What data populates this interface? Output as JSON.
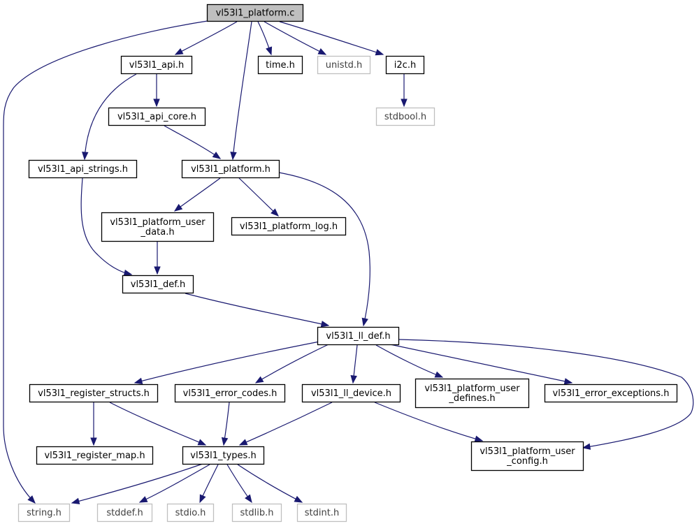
{
  "diagram": {
    "title": "",
    "colors": {
      "edge": "#191970",
      "root_fill": "#bfbfbf",
      "node_border": "#000000",
      "missing_border": "#bfbfbf",
      "missing_text": "#404040",
      "text": "#000000"
    },
    "nodes": [
      {
        "id": "root",
        "lines": [
          "vl53l1_platform.c"
        ],
        "kind": "root"
      },
      {
        "id": "api",
        "lines": [
          "vl53l1_api.h"
        ],
        "kind": "file"
      },
      {
        "id": "time",
        "lines": [
          "time.h"
        ],
        "kind": "file"
      },
      {
        "id": "unistd",
        "lines": [
          "unistd.h"
        ],
        "kind": "missing"
      },
      {
        "id": "i2c",
        "lines": [
          "i2c.h"
        ],
        "kind": "file"
      },
      {
        "id": "stdbool",
        "lines": [
          "stdbool.h"
        ],
        "kind": "missing"
      },
      {
        "id": "apicore",
        "lines": [
          "vl53l1_api_core.h"
        ],
        "kind": "file"
      },
      {
        "id": "apistrings",
        "lines": [
          "vl53l1_api_strings.h"
        ],
        "kind": "file"
      },
      {
        "id": "platform",
        "lines": [
          "vl53l1_platform.h"
        ],
        "kind": "file"
      },
      {
        "id": "puserdata",
        "lines": [
          "vl53l1_platform_user",
          "_data.h"
        ],
        "kind": "file"
      },
      {
        "id": "plog",
        "lines": [
          "vl53l1_platform_log.h"
        ],
        "kind": "file"
      },
      {
        "id": "def",
        "lines": [
          "vl53l1_def.h"
        ],
        "kind": "file"
      },
      {
        "id": "lldef",
        "lines": [
          "vl53l1_ll_def.h"
        ],
        "kind": "file"
      },
      {
        "id": "regstructs",
        "lines": [
          "vl53l1_register_structs.h"
        ],
        "kind": "file"
      },
      {
        "id": "errcodes",
        "lines": [
          "vl53l1_error_codes.h"
        ],
        "kind": "file"
      },
      {
        "id": "lldevice",
        "lines": [
          "vl53l1_ll_device.h"
        ],
        "kind": "file"
      },
      {
        "id": "puserdefines",
        "lines": [
          "vl53l1_platform_user",
          "_defines.h"
        ],
        "kind": "file"
      },
      {
        "id": "errexc",
        "lines": [
          "vl53l1_error_exceptions.h"
        ],
        "kind": "file"
      },
      {
        "id": "regmap",
        "lines": [
          "vl53l1_register_map.h"
        ],
        "kind": "file"
      },
      {
        "id": "types",
        "lines": [
          "vl53l1_types.h"
        ],
        "kind": "file"
      },
      {
        "id": "puserconfig",
        "lines": [
          "vl53l1_platform_user",
          "_config.h"
        ],
        "kind": "file"
      },
      {
        "id": "string",
        "lines": [
          "string.h"
        ],
        "kind": "missing"
      },
      {
        "id": "stddef",
        "lines": [
          "stddef.h"
        ],
        "kind": "missing"
      },
      {
        "id": "stdio",
        "lines": [
          "stdio.h"
        ],
        "kind": "missing"
      },
      {
        "id": "stdlib",
        "lines": [
          "stdlib.h"
        ],
        "kind": "missing"
      },
      {
        "id": "stdint",
        "lines": [
          "stdint.h"
        ],
        "kind": "missing"
      }
    ],
    "edges": [
      {
        "from": "root",
        "to": "api"
      },
      {
        "from": "root",
        "to": "time"
      },
      {
        "from": "root",
        "to": "unistd"
      },
      {
        "from": "root",
        "to": "i2c"
      },
      {
        "from": "root",
        "to": "platform"
      },
      {
        "from": "root",
        "to": "string"
      },
      {
        "from": "i2c",
        "to": "stdbool"
      },
      {
        "from": "api",
        "to": "apicore"
      },
      {
        "from": "api",
        "to": "apistrings"
      },
      {
        "from": "apicore",
        "to": "platform"
      },
      {
        "from": "apistrings",
        "to": "def"
      },
      {
        "from": "platform",
        "to": "puserdata"
      },
      {
        "from": "platform",
        "to": "plog"
      },
      {
        "from": "platform",
        "to": "lldef"
      },
      {
        "from": "puserdata",
        "to": "def"
      },
      {
        "from": "def",
        "to": "lldef"
      },
      {
        "from": "lldef",
        "to": "regstructs"
      },
      {
        "from": "lldef",
        "to": "errcodes"
      },
      {
        "from": "lldef",
        "to": "lldevice"
      },
      {
        "from": "lldef",
        "to": "puserdefines"
      },
      {
        "from": "lldef",
        "to": "errexc"
      },
      {
        "from": "lldef",
        "to": "puserconfig"
      },
      {
        "from": "regstructs",
        "to": "regmap"
      },
      {
        "from": "regstructs",
        "to": "types"
      },
      {
        "from": "errcodes",
        "to": "types"
      },
      {
        "from": "lldevice",
        "to": "types"
      },
      {
        "from": "lldevice",
        "to": "puserconfig"
      },
      {
        "from": "types",
        "to": "string"
      },
      {
        "from": "types",
        "to": "stddef"
      },
      {
        "from": "types",
        "to": "stdio"
      },
      {
        "from": "types",
        "to": "stdlib"
      },
      {
        "from": "types",
        "to": "stdint"
      }
    ]
  }
}
